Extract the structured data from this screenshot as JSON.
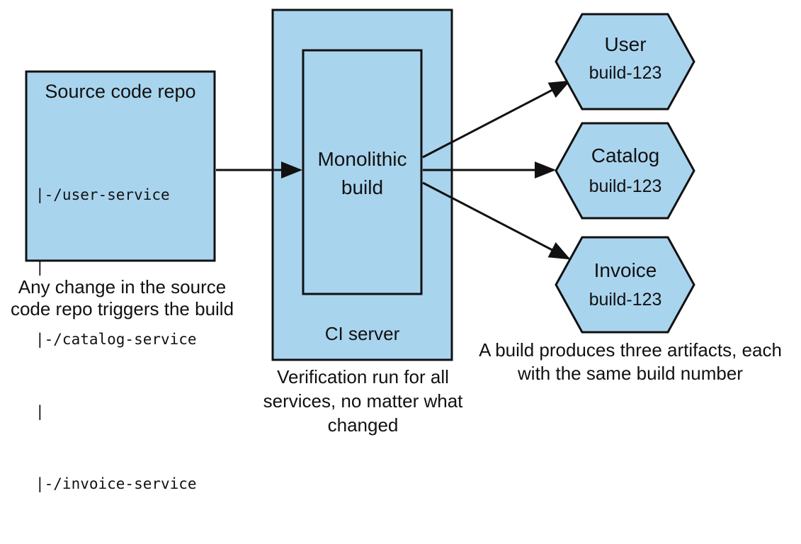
{
  "repo": {
    "title": "Source code repo",
    "lines": [
      "|-/user-service",
      "|",
      "|-/catalog-service",
      "|",
      "|-/invoice-service"
    ]
  },
  "caption_left": [
    "Any change in the source",
    "code repo triggers the build"
  ],
  "build": {
    "label": [
      "Monolithic",
      "build"
    ]
  },
  "ci_server": {
    "label": "CI server"
  },
  "caption_center": [
    "Verification run for all",
    "services, no matter what",
    "changed"
  ],
  "services": [
    {
      "name": "User",
      "build": "build-123"
    },
    {
      "name": "Catalog",
      "build": "build-123"
    },
    {
      "name": "Invoice",
      "build": "build-123"
    }
  ],
  "caption_right": [
    "A build produces three artifacts, each",
    "with the same build number"
  ],
  "colors": {
    "fill": "#a9d4ee",
    "stroke": "#111111"
  }
}
